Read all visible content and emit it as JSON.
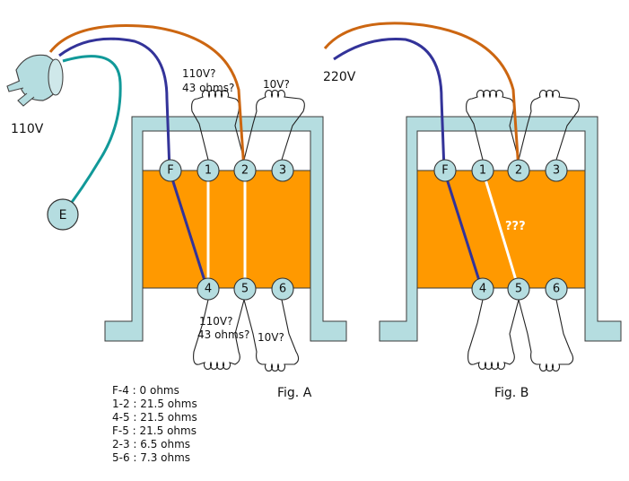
{
  "plug": {
    "voltage_label": "110V",
    "earth_label": "E"
  },
  "fig_a": {
    "caption": "Fig. A",
    "terminals": [
      "F",
      "1",
      "2",
      "3",
      "4",
      "5",
      "6"
    ],
    "top_coil_label_1": "110V?",
    "top_coil_label_2": "43 ohms?",
    "top_coil_10v": "10V?",
    "bottom_coil_label_1": "110V?",
    "bottom_coil_label_2": "43 ohms?",
    "bottom_coil_10v": "10V?"
  },
  "fig_b": {
    "caption": "Fig. B",
    "voltage_label": "220V",
    "terminals": [
      "F",
      "1",
      "2",
      "3",
      "4",
      "5",
      "6"
    ],
    "unknown_link": "???"
  },
  "readings": [
    "F-4 : 0 ohms",
    "1-2 : 21.5 ohms",
    "4-5 : 21.5 ohms",
    "F-5 : 21.5 ohms",
    "2-3 : 6.5 ohms",
    "5-6 : 7.3 ohms"
  ],
  "colors": {
    "live_wire": "#cc6611",
    "neutral_wire": "#333399",
    "earth_wire": "#119999",
    "core": "#ff9900",
    "frame": "#b5dde0",
    "link": "#ffffff"
  }
}
